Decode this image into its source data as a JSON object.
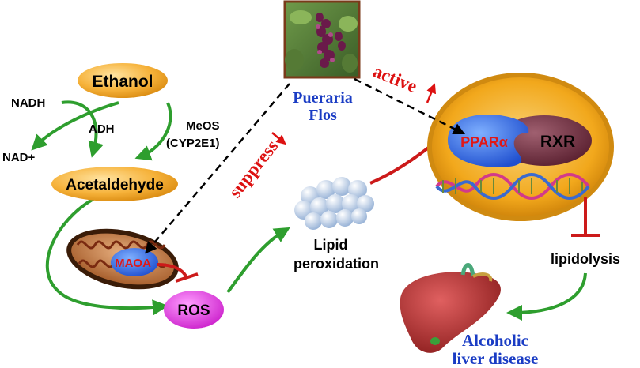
{
  "nodes": {
    "ethanol": "Ethanol",
    "acetaldehyde": "Acetaldehyde",
    "ros": "ROS",
    "maoa": "MAOA",
    "ppara": "PPARα",
    "rxr": "RXR"
  },
  "labels": {
    "nadh": "NADH",
    "nad_plus": "NAD+",
    "adh": "ADH",
    "meos": "MeOS",
    "cyp2e1": "(CYP2E1)",
    "lipid": "Lipid",
    "peroxidation": "peroxidation",
    "lipidolysis": "lipidolysis",
    "pueraria": "Pueraria",
    "flos": "Flos",
    "active": "active",
    "suppress": "suppress",
    "alcoholic": "Alcoholic",
    "liver_disease": "liver disease"
  },
  "colors": {
    "arrow_green": "#2e9e2e",
    "inhibit_red": "#cc1a1a",
    "herb_blue": "#1a3cc4",
    "node_orange": "#f4a52a",
    "ros_magenta": "#e040e0",
    "nucleus_gold": "#f2a81c"
  }
}
